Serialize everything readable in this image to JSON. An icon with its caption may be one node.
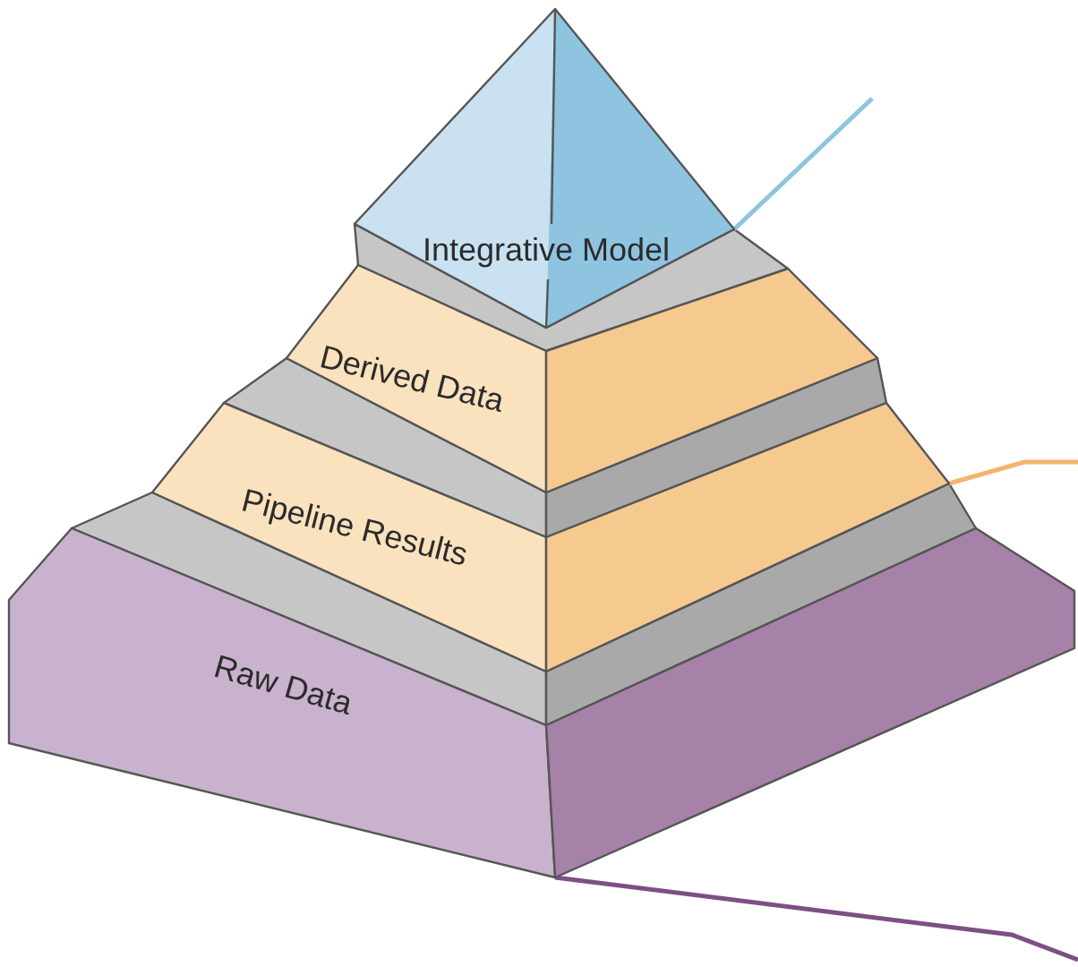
{
  "diagram": {
    "nodes": [
      {
        "text": [
          "Integrative Model"
        ]
      },
      {
        "text": [
          "Derived Data"
        ]
      },
      {
        "text": [
          "Pipeline Results"
        ]
      },
      {
        "text": [
          "Raw Data"
        ]
      }
    ],
    "edges": [
      {
        "from": 0,
        "to": null,
        "arrow": "none",
        "color": "#8ec4e0"
      },
      {
        "from": 2,
        "to": null,
        "arrow": "none",
        "color": "#f5b46e"
      },
      {
        "from": 3,
        "to": null,
        "arrow": "none",
        "color": "#7d4f85"
      }
    ]
  }
}
